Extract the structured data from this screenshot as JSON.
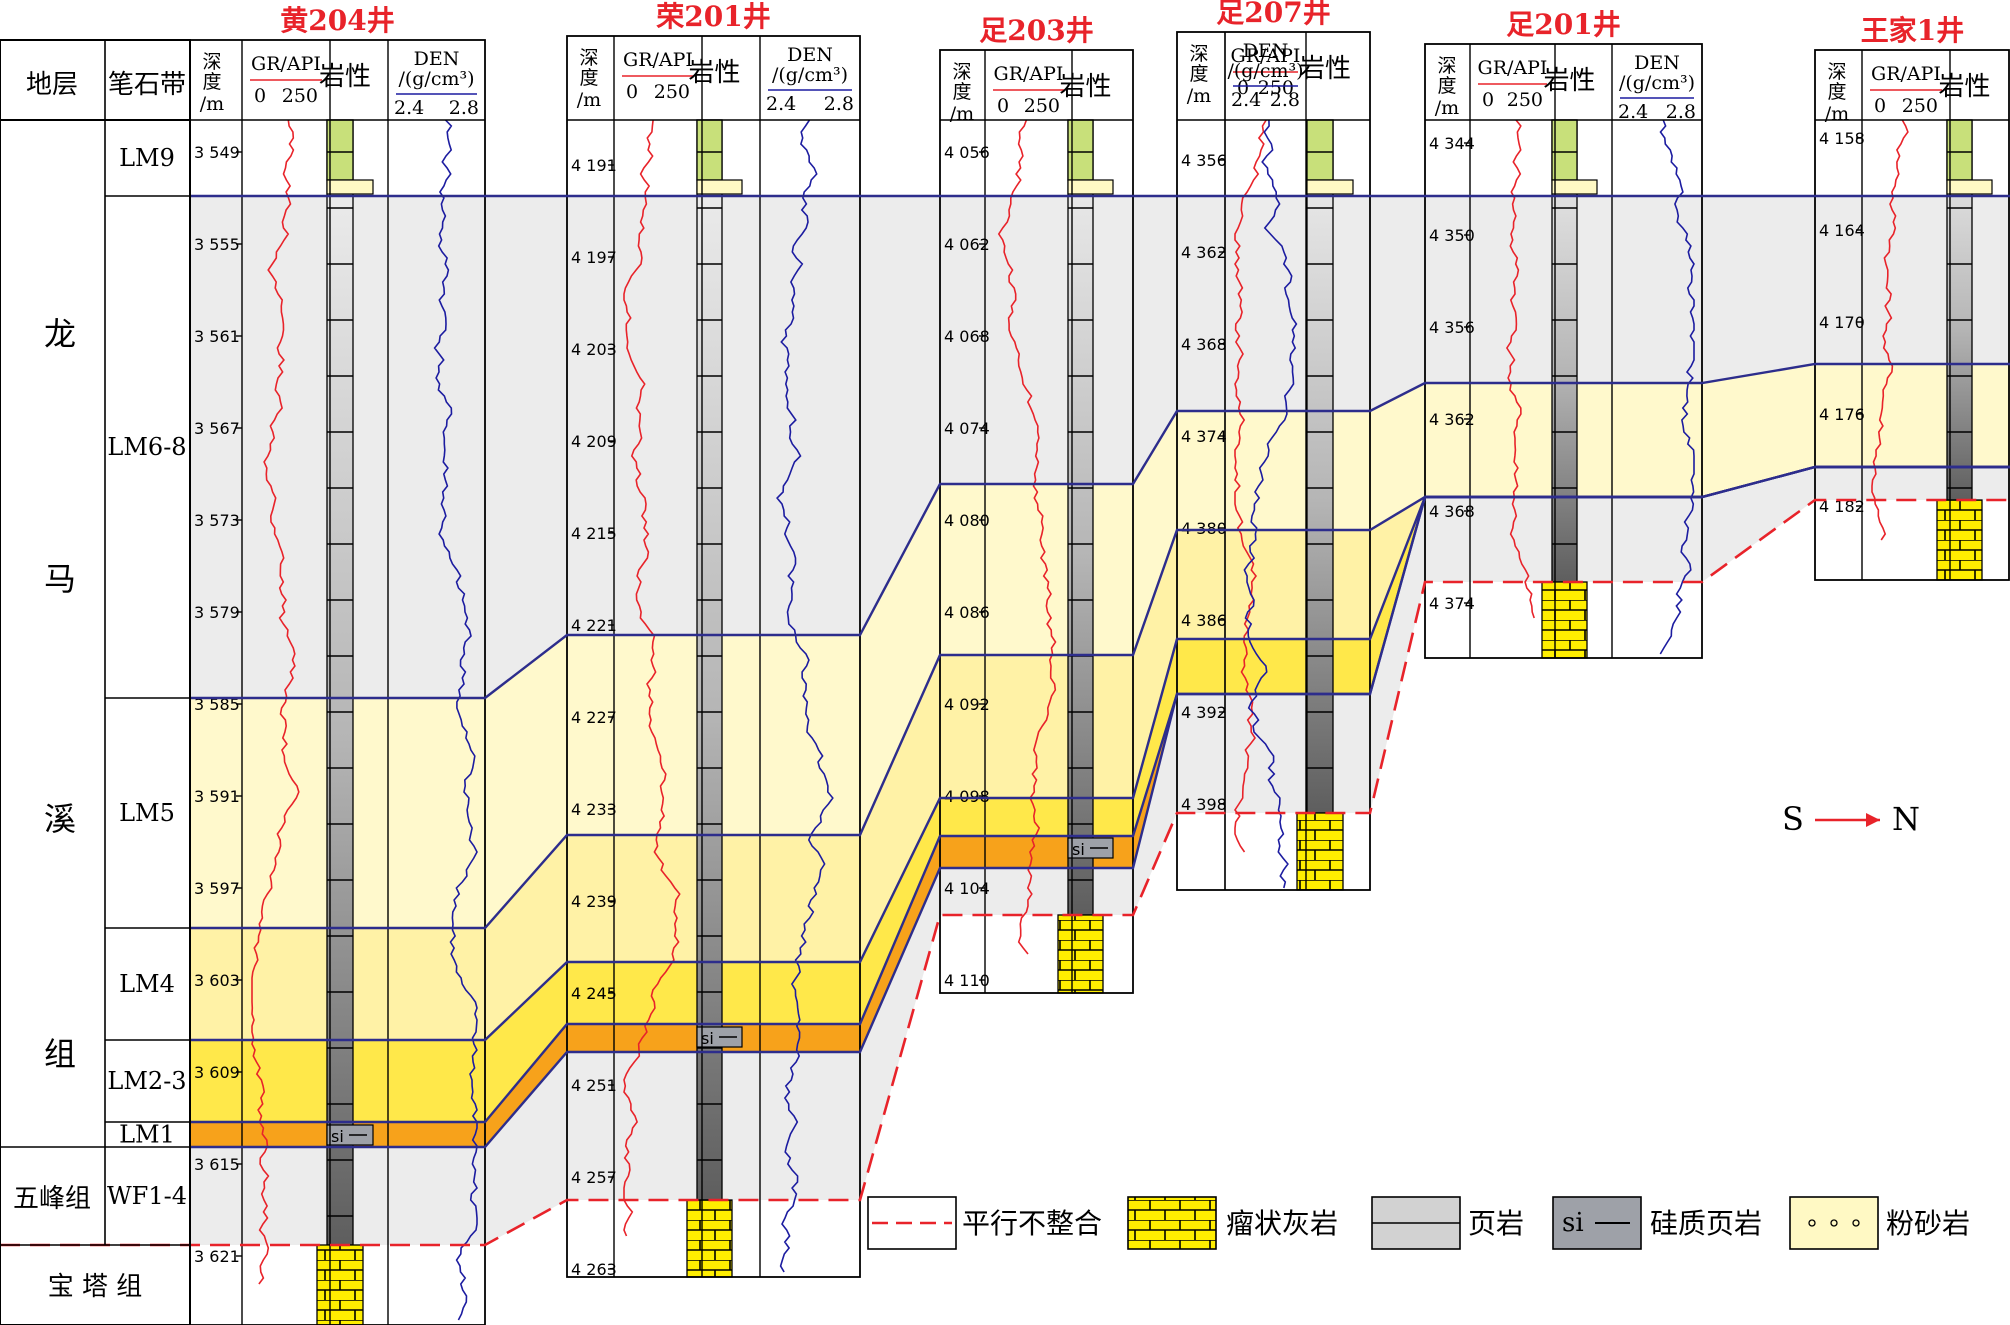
{
  "wells": [
    {
      "name": "黄204井",
      "depth_ticks": [
        "3 549",
        "3 555",
        "3 561",
        "3 567",
        "3 573",
        "3 579",
        "3 585",
        "3 591",
        "3 597",
        "3 603",
        "3 609",
        "3 615",
        "3 621"
      ]
    },
    {
      "name": "荣201井",
      "depth_ticks": [
        "4 191",
        "4 197",
        "4 203",
        "4 209",
        "4 215",
        "4 221",
        "4 227",
        "4 233",
        "4 239",
        "4 245",
        "4 251",
        "4 257",
        "4 263"
      ]
    },
    {
      "name": "足203井",
      "depth_ticks": [
        "4 056",
        "4 062",
        "4 068",
        "4 074",
        "4 080",
        "4 086",
        "4 092",
        "4 098",
        "4 104",
        "4 110"
      ]
    },
    {
      "name": "足207井",
      "depth_ticks": [
        "4 356",
        "4 362",
        "4 368",
        "4 374",
        "4 380",
        "4 386",
        "4 392",
        "4 398"
      ]
    },
    {
      "name": "足201井",
      "depth_ticks": [
        "4 344",
        "4 350",
        "4 356",
        "4 362",
        "4 368",
        "4 374"
      ]
    },
    {
      "name": "王家1井",
      "depth_ticks": [
        "4 158",
        "4 164",
        "4 170",
        "4 176",
        "4 182"
      ]
    }
  ],
  "headers": {
    "stratum": "地层",
    "graptolite": "笔石带",
    "depth_chars": [
      "深",
      "度"
    ],
    "depth_unit": "/m",
    "gr": "GR/API",
    "gr_scale": [
      "0",
      "250"
    ],
    "lithology": "岩性",
    "den": "DEN",
    "den_unit": "/(g/cm³)",
    "den_scale": [
      "2.4",
      "2.8"
    ]
  },
  "formation_chars": [
    "龙",
    "马",
    "溪",
    "组"
  ],
  "formation_wufeng": "五峰组",
  "formation_baota": "宝 塔 组",
  "zones": [
    "LM9",
    "LM6-8",
    "LM5",
    "LM4",
    "LM2-3",
    "LM1",
    "WF1-4"
  ],
  "direction": {
    "from": "S",
    "to": "N"
  },
  "legend": [
    "平行不整合",
    "瘤状灰岩",
    "页岩",
    "硅质页岩",
    "粉砂岩"
  ],
  "siliceous_symbol": "si",
  "colors": {
    "well_name": "#e8232a",
    "gr_curve": "#e8232a",
    "den_curve": "#1c1ca0",
    "boundary": "#2d2d8c",
    "unconformity": "#e8232a",
    "limestone": "#ffee00",
    "zone_lm9": "#c8e07a",
    "zone_upper": "#fff9cc",
    "zone_lm4": "#fff2a6",
    "zone_lm23": "#ffe84a",
    "zone_lm1": "#f7a21b",
    "background": "#ececec"
  }
}
